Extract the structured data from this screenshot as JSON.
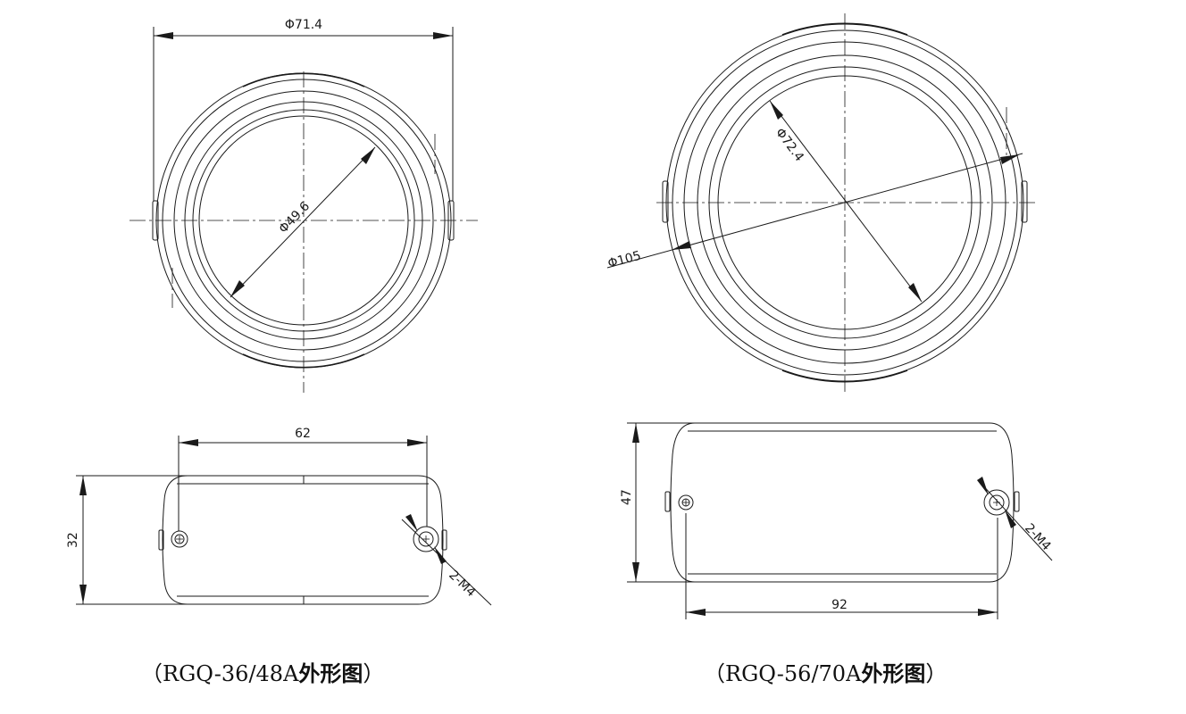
{
  "left": {
    "dim_outer_dia": "Φ71.4",
    "dim_inner_dia": "Φ49.6",
    "dim_width": "62",
    "dim_height": "32",
    "dim_thread": "2-M4",
    "caption_model": "（RGQ-36/48A",
    "caption_label": "外形图",
    "caption_close": "）"
  },
  "right": {
    "dim_inner_dia": "Φ72.4",
    "dim_outer_dia": "Φ105",
    "dim_height": "47",
    "dim_width": "92",
    "dim_thread": "2-M4",
    "caption_model": "（RGQ-56/70A",
    "caption_label": "外形图",
    "caption_close": "）"
  },
  "colors": {
    "line": "#1a1a1a",
    "background": "#ffffff"
  }
}
